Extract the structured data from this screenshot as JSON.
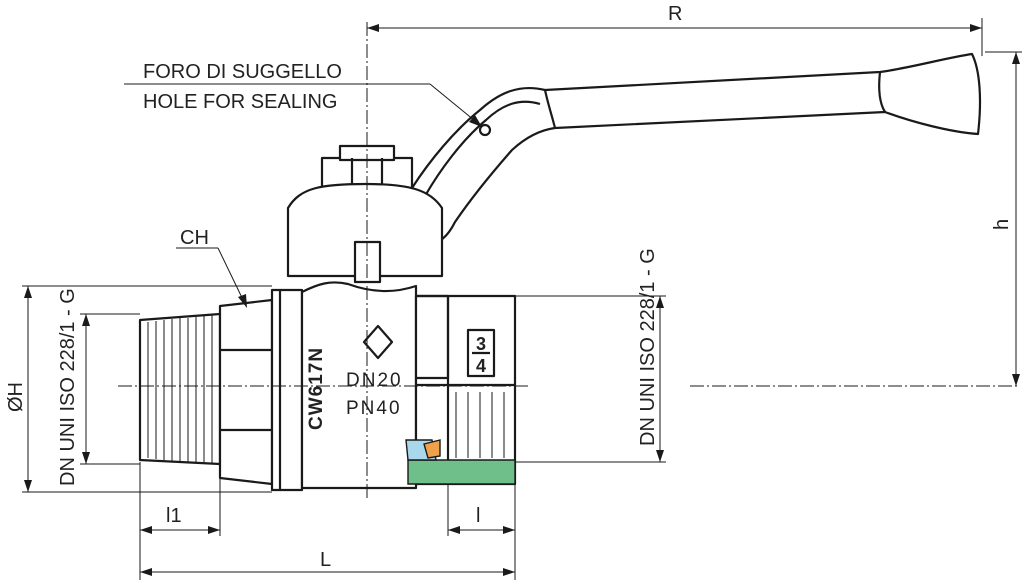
{
  "labels": {
    "sealing_hole_it": "FORO DI SUGGELLO",
    "sealing_hole_en": "HOLE FOR SEALING",
    "wrench_flats": "CH",
    "handle_reach": "R",
    "height": "h",
    "diameter": "ØH",
    "thread_standard_left": "DN UNI ISO 228/1 - G",
    "thread_standard_right": "DN UNI ISO 228/1 - G",
    "length": "L",
    "male_thread_length": "l1",
    "female_thread_length": "l"
  },
  "body_marks": {
    "material": "CW617N",
    "nominal_diameter": "DN20",
    "nominal_pressure": "PN40",
    "size_numerator": "3",
    "size_denominator": "4"
  },
  "colors": {
    "seal_green": "#6fbf8a",
    "seal_blue": "#a9d8ec",
    "seal_orange": "#f0a24a",
    "line": "#1a1a1a"
  }
}
